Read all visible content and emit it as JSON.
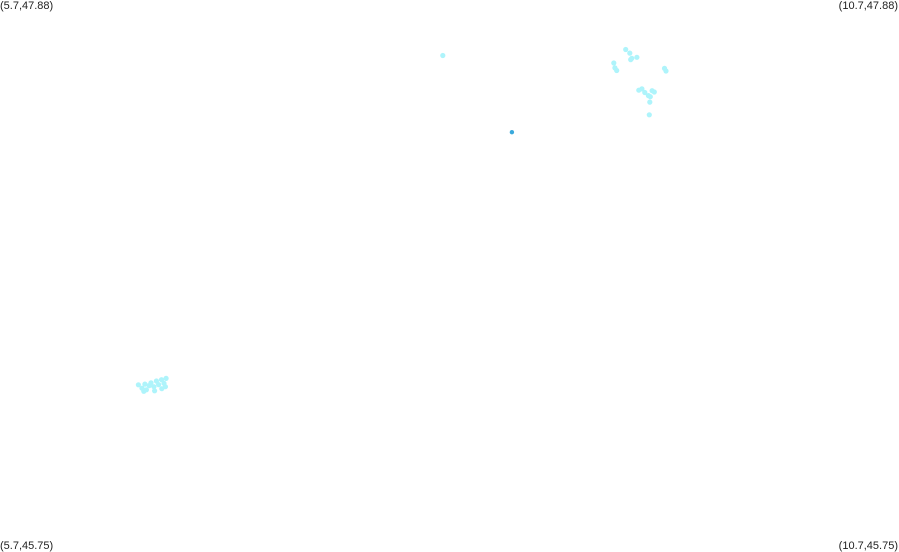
{
  "corners": {
    "top_left": "(5.7,47.88)",
    "top_right": "(10.7,47.88)",
    "bottom_left": "(5.7,45.75)",
    "bottom_right": "(10.7,45.75)"
  },
  "bounds": {
    "lon_min": 5.7,
    "lon_max": 10.7,
    "lat_min": 45.75,
    "lat_max": 47.88
  },
  "colors": {
    "cluster": "#aef4fb",
    "marker": "#39a9dc"
  },
  "points": [
    {
      "lon": 8.163,
      "lat": 47.666,
      "kind": "cluster"
    },
    {
      "lon": 9.18,
      "lat": 47.689,
      "kind": "cluster"
    },
    {
      "lon": 9.203,
      "lat": 47.675,
      "kind": "cluster"
    },
    {
      "lon": 9.214,
      "lat": 47.655,
      "kind": "cluster"
    },
    {
      "lon": 9.242,
      "lat": 47.659,
      "kind": "cluster"
    },
    {
      "lon": 9.208,
      "lat": 47.65,
      "kind": "cluster"
    },
    {
      "lon": 9.114,
      "lat": 47.637,
      "kind": "cluster"
    },
    {
      "lon": 9.12,
      "lat": 47.618,
      "kind": "cluster"
    },
    {
      "lon": 9.13,
      "lat": 47.608,
      "kind": "cluster"
    },
    {
      "lon": 9.396,
      "lat": 47.616,
      "kind": "cluster"
    },
    {
      "lon": 9.404,
      "lat": 47.606,
      "kind": "cluster"
    },
    {
      "lon": 9.253,
      "lat": 47.532,
      "kind": "cluster"
    },
    {
      "lon": 9.27,
      "lat": 47.537,
      "kind": "cluster"
    },
    {
      "lon": 9.286,
      "lat": 47.523,
      "kind": "cluster"
    },
    {
      "lon": 9.306,
      "lat": 47.511,
      "kind": "cluster"
    },
    {
      "lon": 9.327,
      "lat": 47.53,
      "kind": "cluster"
    },
    {
      "lon": 9.339,
      "lat": 47.525,
      "kind": "cluster"
    },
    {
      "lon": 9.317,
      "lat": 47.507,
      "kind": "cluster"
    },
    {
      "lon": 9.314,
      "lat": 47.486,
      "kind": "cluster"
    },
    {
      "lon": 9.311,
      "lat": 47.437,
      "kind": "cluster"
    },
    {
      "lon": 8.547,
      "lat": 47.37,
      "kind": "marker"
    },
    {
      "lon": 6.47,
      "lat": 46.395,
      "kind": "cluster"
    },
    {
      "lon": 6.49,
      "lat": 46.382,
      "kind": "cluster"
    },
    {
      "lon": 6.506,
      "lat": 46.398,
      "kind": "cluster"
    },
    {
      "lon": 6.514,
      "lat": 46.376,
      "kind": "cluster"
    },
    {
      "lon": 6.53,
      "lat": 46.392,
      "kind": "cluster"
    },
    {
      "lon": 6.54,
      "lat": 46.403,
      "kind": "cluster"
    },
    {
      "lon": 6.556,
      "lat": 46.388,
      "kind": "cluster"
    },
    {
      "lon": 6.57,
      "lat": 46.41,
      "kind": "cluster"
    },
    {
      "lon": 6.582,
      "lat": 46.396,
      "kind": "cluster"
    },
    {
      "lon": 6.598,
      "lat": 46.415,
      "kind": "cluster"
    },
    {
      "lon": 6.612,
      "lat": 46.401,
      "kind": "cluster"
    },
    {
      "lon": 6.624,
      "lat": 46.42,
      "kind": "cluster"
    },
    {
      "lon": 6.62,
      "lat": 46.388,
      "kind": "cluster"
    },
    {
      "lon": 6.5,
      "lat": 46.37,
      "kind": "cluster"
    },
    {
      "lon": 6.56,
      "lat": 46.372,
      "kind": "cluster"
    },
    {
      "lon": 6.6,
      "lat": 46.38,
      "kind": "cluster"
    }
  ]
}
